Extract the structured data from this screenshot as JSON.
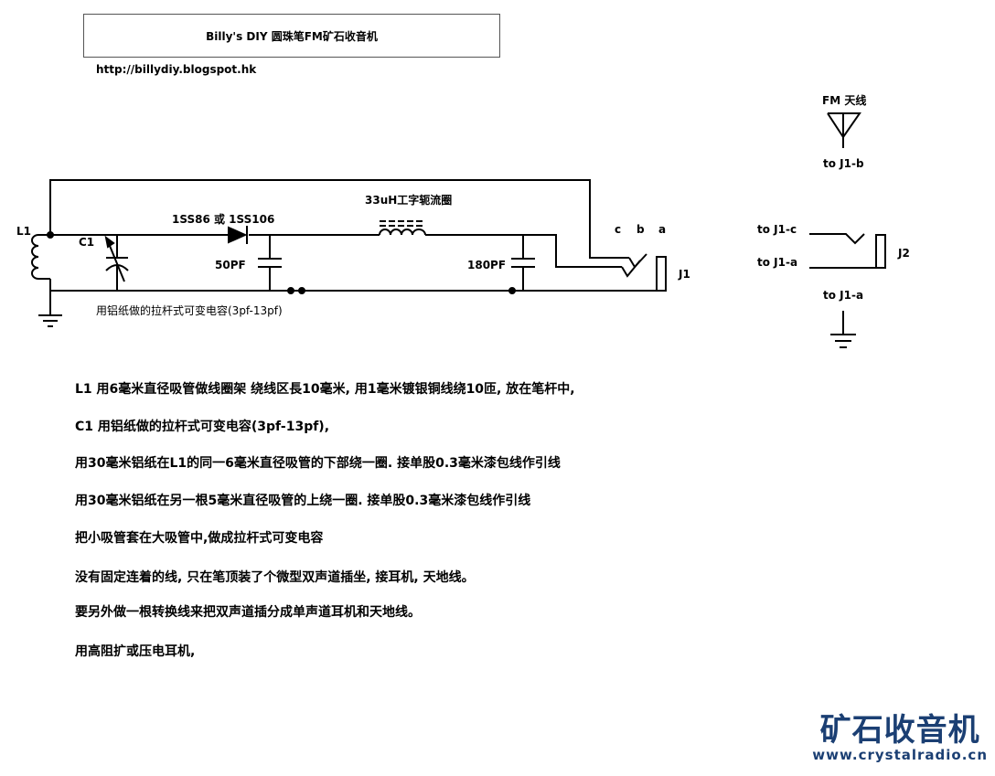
{
  "header": {
    "title": "Billy's DIY 圆珠笔FM矿石收音机",
    "url": "http://billydiy.blogspot.hk"
  },
  "schematic": {
    "l1": "L1",
    "c1": "C1",
    "diode": "1SS86 或 1SS106",
    "cap_50": "50PF",
    "choke": "33uH工字轭流圈",
    "cap_180": "180PF",
    "c1_note": "用铝纸做的拉杆式可变电容(3pf-13pf)",
    "pin_c": "c",
    "pin_b": "b",
    "pin_a": "a",
    "j1": "J1",
    "antenna": "FM 天线",
    "to_j1_b": "to J1-b",
    "to_j1_c": "to J1-c",
    "to_j1_a_1": "to J1-a",
    "j2": "J2",
    "to_j1_a_2": "to J1-a"
  },
  "notes": [
    "L1 用6毫米直径吸管做线圈架 绕线区長10毫米,  用1毫米镀银铜线绕10匝, 放在笔杆中,",
    "C1 用铝纸做的拉杆式可变电容(3pf-13pf),",
    "用30毫米铝纸在L1的同一6毫米直径吸管的下部绕一圈. 接单股0.3毫米漆包线作引线",
    "用30毫米铝纸在另一根5毫米直径吸管的上绕一圈. 接单股0.3毫米漆包线作引线",
    "把小吸管套在大吸管中,做成拉杆式可变电容",
    "没有固定连着的线,  只在笔顶装了个微型双声道插坐,  接耳机,  天地线。",
    "要另外做一根转换线来把双声道插分成单声道耳机和天地线。",
    "用高阻扩或压电耳机,"
  ],
  "logo": {
    "name": "矿石收音机",
    "site": "www.crystalradio.cn",
    "color": "#1b3f73"
  }
}
